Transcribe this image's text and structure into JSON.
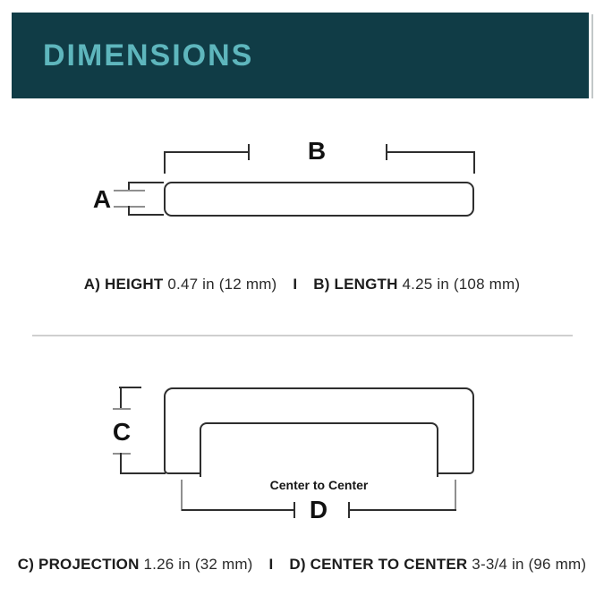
{
  "title": "DIMENSIONS",
  "diagram_top": {
    "height_label": "A",
    "length_label": "B",
    "caption": {
      "a_bold": "A) HEIGHT",
      "a_value": "0.47 in (12 mm)",
      "separator": "I",
      "b_bold": "B) LENGTH",
      "b_value": "4.25 in (108 mm)"
    }
  },
  "diagram_bottom": {
    "projection_label": "C",
    "center_label": "D",
    "center_to_center_text": "Center to Center",
    "caption": {
      "c_bold": "C) PROJECTION",
      "c_value": "1.26 in (32 mm)",
      "separator": "I",
      "d_bold": "D) CENTER TO CENTER",
      "d_value": "3-3/4 in (96 mm)"
    }
  },
  "colors": {
    "header_bg": "#103c46",
    "header_text": "#5eb6bd",
    "line_dark": "#2e2e2e",
    "line_gray": "#8f8f8f",
    "text": "#1c1c1c",
    "divider": "#cfcfcf"
  }
}
